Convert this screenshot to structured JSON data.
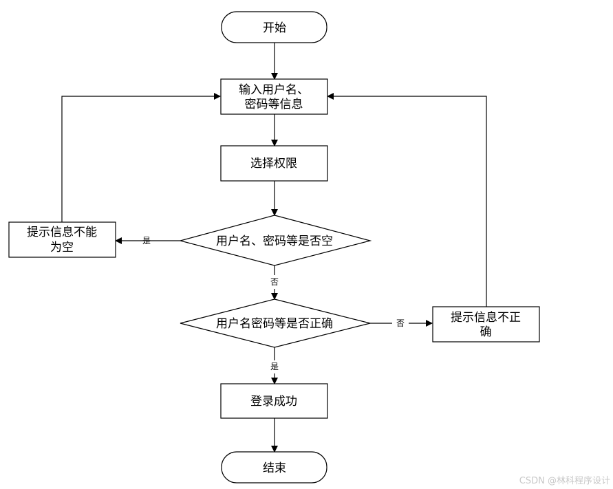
{
  "nodes": {
    "start": "开始",
    "input_line1": "输入用户名、",
    "input_line2": "密码等信息",
    "select": "选择权限",
    "check_empty": "用户名、密码等是否空",
    "check_correct": "用户名密码等是否正确",
    "msg_empty_line1": "提示信息不能",
    "msg_empty_line2": "为空",
    "msg_wrong_line1": "提示信息不正",
    "msg_wrong_line2": "确",
    "success": "登录成功",
    "end": "结束"
  },
  "edge_labels": {
    "empty_yes": "是",
    "empty_no": "否",
    "correct_no": "否",
    "correct_yes": "是"
  },
  "watermark": "CSDN @林科程序设计"
}
